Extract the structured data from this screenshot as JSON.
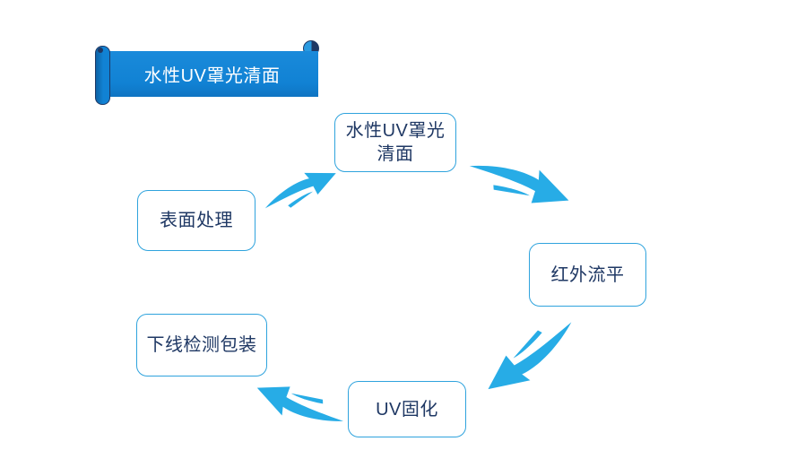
{
  "banner": {
    "title": "水性UV罩光清面"
  },
  "flow": {
    "nodes": [
      {
        "id": "clear-coat",
        "label": "水性UV罩光\n清面"
      },
      {
        "id": "surface-treatment",
        "label": "表面处理"
      },
      {
        "id": "infrared-leveling",
        "label": "红外流平"
      },
      {
        "id": "uv-curing",
        "label": "UV固化"
      },
      {
        "id": "offline-inspection-packaging",
        "label": "下线检测包装"
      }
    ],
    "arrows": [
      {
        "from": "surface-treatment",
        "to": "clear-coat"
      },
      {
        "from": "clear-coat",
        "to": "infrared-leveling"
      },
      {
        "from": "infrared-leveling",
        "to": "uv-curing"
      },
      {
        "from": "uv-curing",
        "to": "offline-inspection-packaging"
      }
    ]
  },
  "colors": {
    "background": "#FFFFFF",
    "banner_blue": "#1182D4",
    "banner_outline_navy": "#1F3864",
    "node_border_blue": "#2FA3DD",
    "node_text_navy": "#1F3864",
    "arrow_blue": "#27ACE6"
  }
}
